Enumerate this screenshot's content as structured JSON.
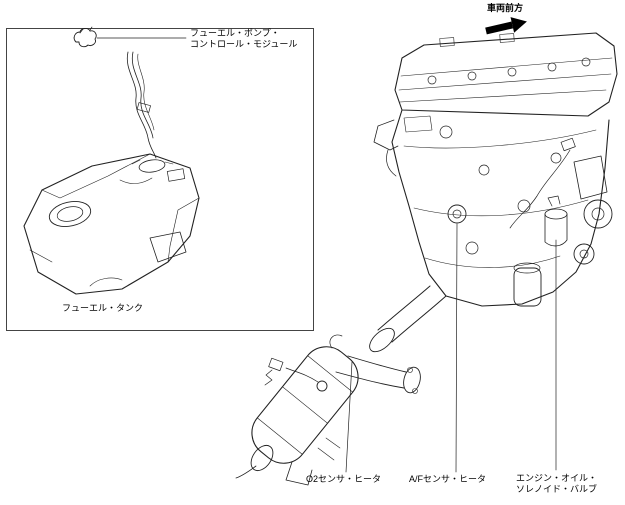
{
  "header": {
    "direction_label": "車両前方"
  },
  "inset": {
    "module_label_1": "フューエル・ポンプ・",
    "module_label_2": "コントロール・モジュール",
    "tank_label": "フューエル・タンク"
  },
  "callouts": {
    "o2_heater": "O2センサ・ヒータ",
    "af_heater": "A/Fセンサ・ヒータ",
    "oil_solenoid_1": "エンジン・オイル・",
    "oil_solenoid_2": "ソレノイド・バルブ"
  },
  "colors": {
    "line": "#222222",
    "arrow": "#000000",
    "background": "#ffffff"
  }
}
